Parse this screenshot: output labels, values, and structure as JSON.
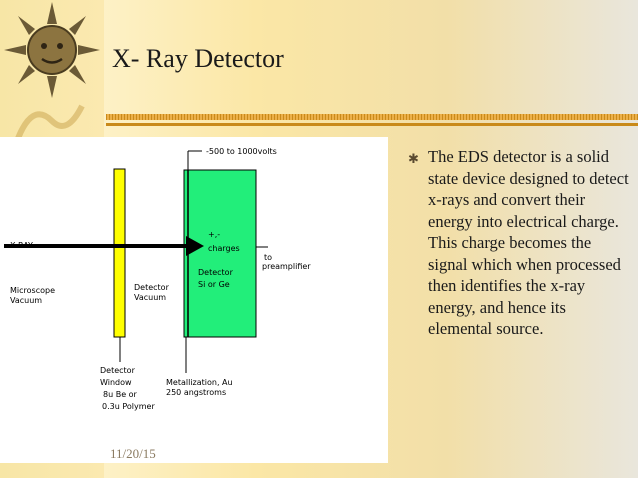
{
  "slide": {
    "title": "X- Ray Detector",
    "date": "11/20/15",
    "bullet_icon": "star-icon",
    "bullet_text": "The EDS detector is a solid state device designed to detect x-rays and convert their energy into electrical charge. This charge becomes the signal which when processed then identifies the x-ray energy, and hence its elemental source."
  },
  "diagram": {
    "voltage": "-500 to 1000volts",
    "xray": "X-RAY",
    "charges_line1": "+,-",
    "charges_line2": "charges",
    "detector_line1": "Detector",
    "detector_line2": "Si or Ge",
    "to_line1": "to",
    "to_line2": "preamplifier",
    "microscope_line1": "Microscope",
    "microscope_line2": "Vacuum",
    "det_vacuum_line1": "Detector",
    "det_vacuum_line2": "Vacuum",
    "window_line1": "Detector",
    "window_line2": "Window",
    "window_line3": "8u Be or",
    "window_line4": "0.3u Polymer",
    "metal_line1": "Metallization, Au",
    "metal_line2": "250 angstroms",
    "colors": {
      "window": "#ffff00",
      "detector": "#22ee7a",
      "accent_rule": "#c98a1a"
    }
  }
}
